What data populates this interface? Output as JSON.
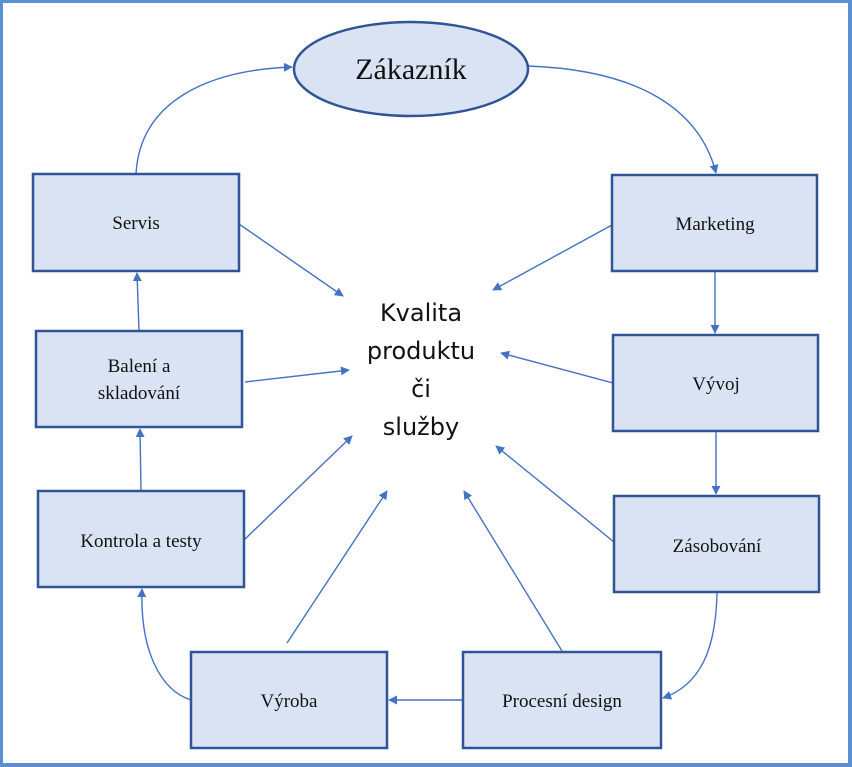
{
  "diagram": {
    "title": "Kvalita produktu či služby",
    "center": {
      "lines": [
        "Kvalita",
        "produktu",
        "či",
        "služby"
      ]
    },
    "colors": {
      "node_fill": "#dae3f3",
      "node_stroke": "#2f5597",
      "edge": "#4472c4",
      "frame": "#5b8fd0"
    },
    "customer": {
      "label": "Zákazník"
    },
    "nodes": [
      {
        "id": "marketing",
        "lines": [
          "Marketing"
        ]
      },
      {
        "id": "vyvoj",
        "lines": [
          "Vývoj"
        ]
      },
      {
        "id": "zasobovani",
        "lines": [
          "Zásobování"
        ]
      },
      {
        "id": "procesni-design",
        "lines": [
          "Procesní design"
        ]
      },
      {
        "id": "vyroba",
        "lines": [
          "Výroba"
        ]
      },
      {
        "id": "kontrola",
        "lines": [
          "Kontrola a testy"
        ]
      },
      {
        "id": "baleni",
        "lines": [
          "Balení a",
          "skladování"
        ]
      },
      {
        "id": "servis",
        "lines": [
          "Servis"
        ]
      }
    ],
    "flow": [
      [
        "zakaznik",
        "marketing"
      ],
      [
        "marketing",
        "vyvoj"
      ],
      [
        "vyvoj",
        "zasobovani"
      ],
      [
        "zasobovani",
        "procesni-design"
      ],
      [
        "procesni-design",
        "vyroba"
      ],
      [
        "vyroba",
        "kontrola"
      ],
      [
        "kontrola",
        "baleni"
      ],
      [
        "baleni",
        "servis"
      ],
      [
        "servis",
        "zakaznik"
      ]
    ],
    "influences_center": [
      "marketing",
      "vyvoj",
      "zasobovani",
      "procesni-design",
      "vyroba",
      "kontrola",
      "baleni",
      "servis"
    ]
  }
}
